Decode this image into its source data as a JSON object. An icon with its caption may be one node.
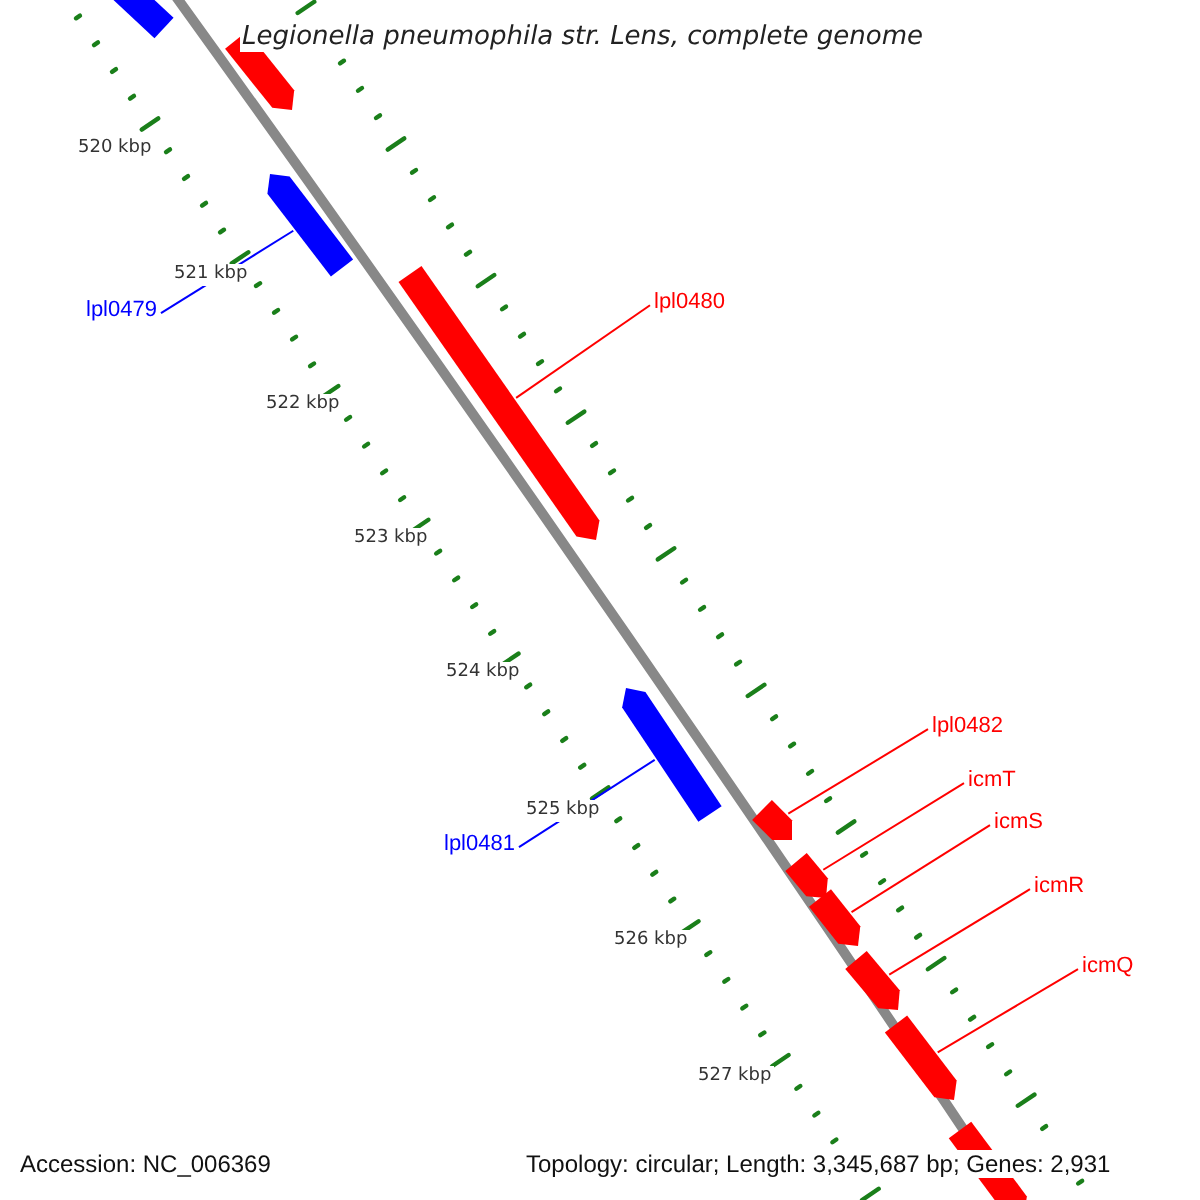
{
  "diagram": {
    "title": "Legionella pneumophila str. Lens, complete genome",
    "nodes": [
      {
        "text": [],
        "shape": "bar"
      },
      {
        "text": [],
        "shape": "bar"
      },
      {
        "text": [
          "lpl0479"
        ]
      },
      {
        "text": [],
        "shape": "bar"
      },
      {
        "text": [
          "lpl0480"
        ]
      },
      {
        "text": [],
        "shape": "bar"
      },
      {
        "text": [
          "lpl0481"
        ]
      },
      {
        "text": [],
        "shape": "bar"
      },
      {
        "text": [
          "lpl0482"
        ]
      },
      {
        "text": [],
        "shape": "bar"
      },
      {
        "text": [
          "icmT"
        ]
      },
      {
        "text": [],
        "shape": "bar"
      },
      {
        "text": [
          "icmS"
        ]
      },
      {
        "text": [],
        "shape": "bar"
      },
      {
        "text": [
          "icmR"
        ]
      },
      {
        "text": [],
        "shape": "bar"
      },
      {
        "text": [
          "icmQ"
        ]
      },
      {
        "text": [],
        "shape": "bar"
      },
      {
        "text": [],
        "shape": "bar"
      }
    ],
    "edges": [
      {
        "from": 2,
        "to": 3,
        "arrow": "none",
        "color": "#0000ff"
      },
      {
        "from": 4,
        "to": 5,
        "arrow": "none"
      },
      {
        "from": 6,
        "to": 7,
        "arrow": "none",
        "color": "#0000ff"
      },
      {
        "from": 8,
        "to": 9,
        "arrow": "none"
      },
      {
        "from": 10,
        "to": 11,
        "arrow": "none"
      },
      {
        "from": 12,
        "to": 13,
        "arrow": "none"
      },
      {
        "from": 14,
        "to": 15,
        "arrow": "none"
      },
      {
        "from": 16,
        "to": 17,
        "arrow": "none"
      }
    ],
    "labels": [
      "520 kbp",
      "521 kbp",
      "522 kbp",
      "523 kbp",
      "524 kbp",
      "525 kbp",
      "526 kbp",
      "527 kbp",
      "Accession: NC_006369",
      "Topology: circular; Length: 3,345,687 bp; Genes: 2,931"
    ]
  }
}
